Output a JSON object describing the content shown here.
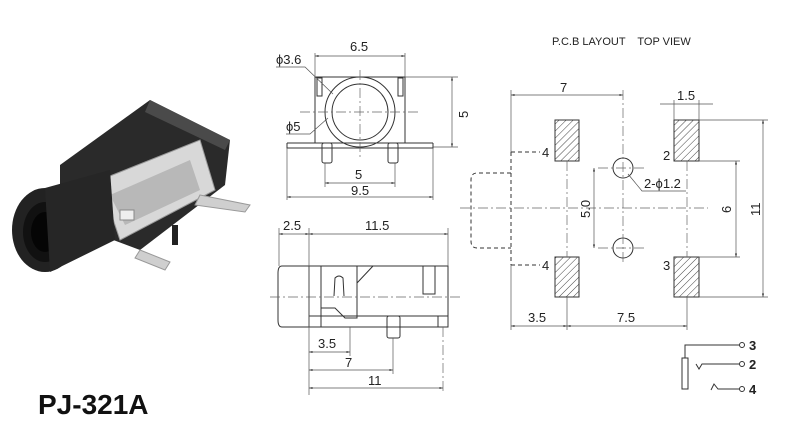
{
  "product": {
    "model": "PJ-321A"
  },
  "front_view": {
    "width": "6.5",
    "height": "5",
    "pin_spacing": "5",
    "total_width": "9.5",
    "inner_diameter": "ϕ3.6",
    "outer_diameter": "ϕ5"
  },
  "side_view": {
    "front_length": "2.5",
    "body_length": "11.5",
    "dim_a": "3.5",
    "dim_b": "7",
    "dim_c": "11"
  },
  "pcb_layout": {
    "title": "P.C.B LAYOUT    TOP VIEW",
    "dim_7": "7",
    "pad_width": "1.5",
    "overall": "11",
    "pad_spacing": "6",
    "hole_spacing": "5.0",
    "holes": "2-ϕ1.2",
    "dim_left": "3.5",
    "dim_right": "7.5",
    "pins": {
      "top_left": "4",
      "bottom_left": "4",
      "top_right": "2",
      "bottom_right": "3"
    }
  },
  "schematic": {
    "pins": [
      "3",
      "2",
      "4"
    ]
  }
}
